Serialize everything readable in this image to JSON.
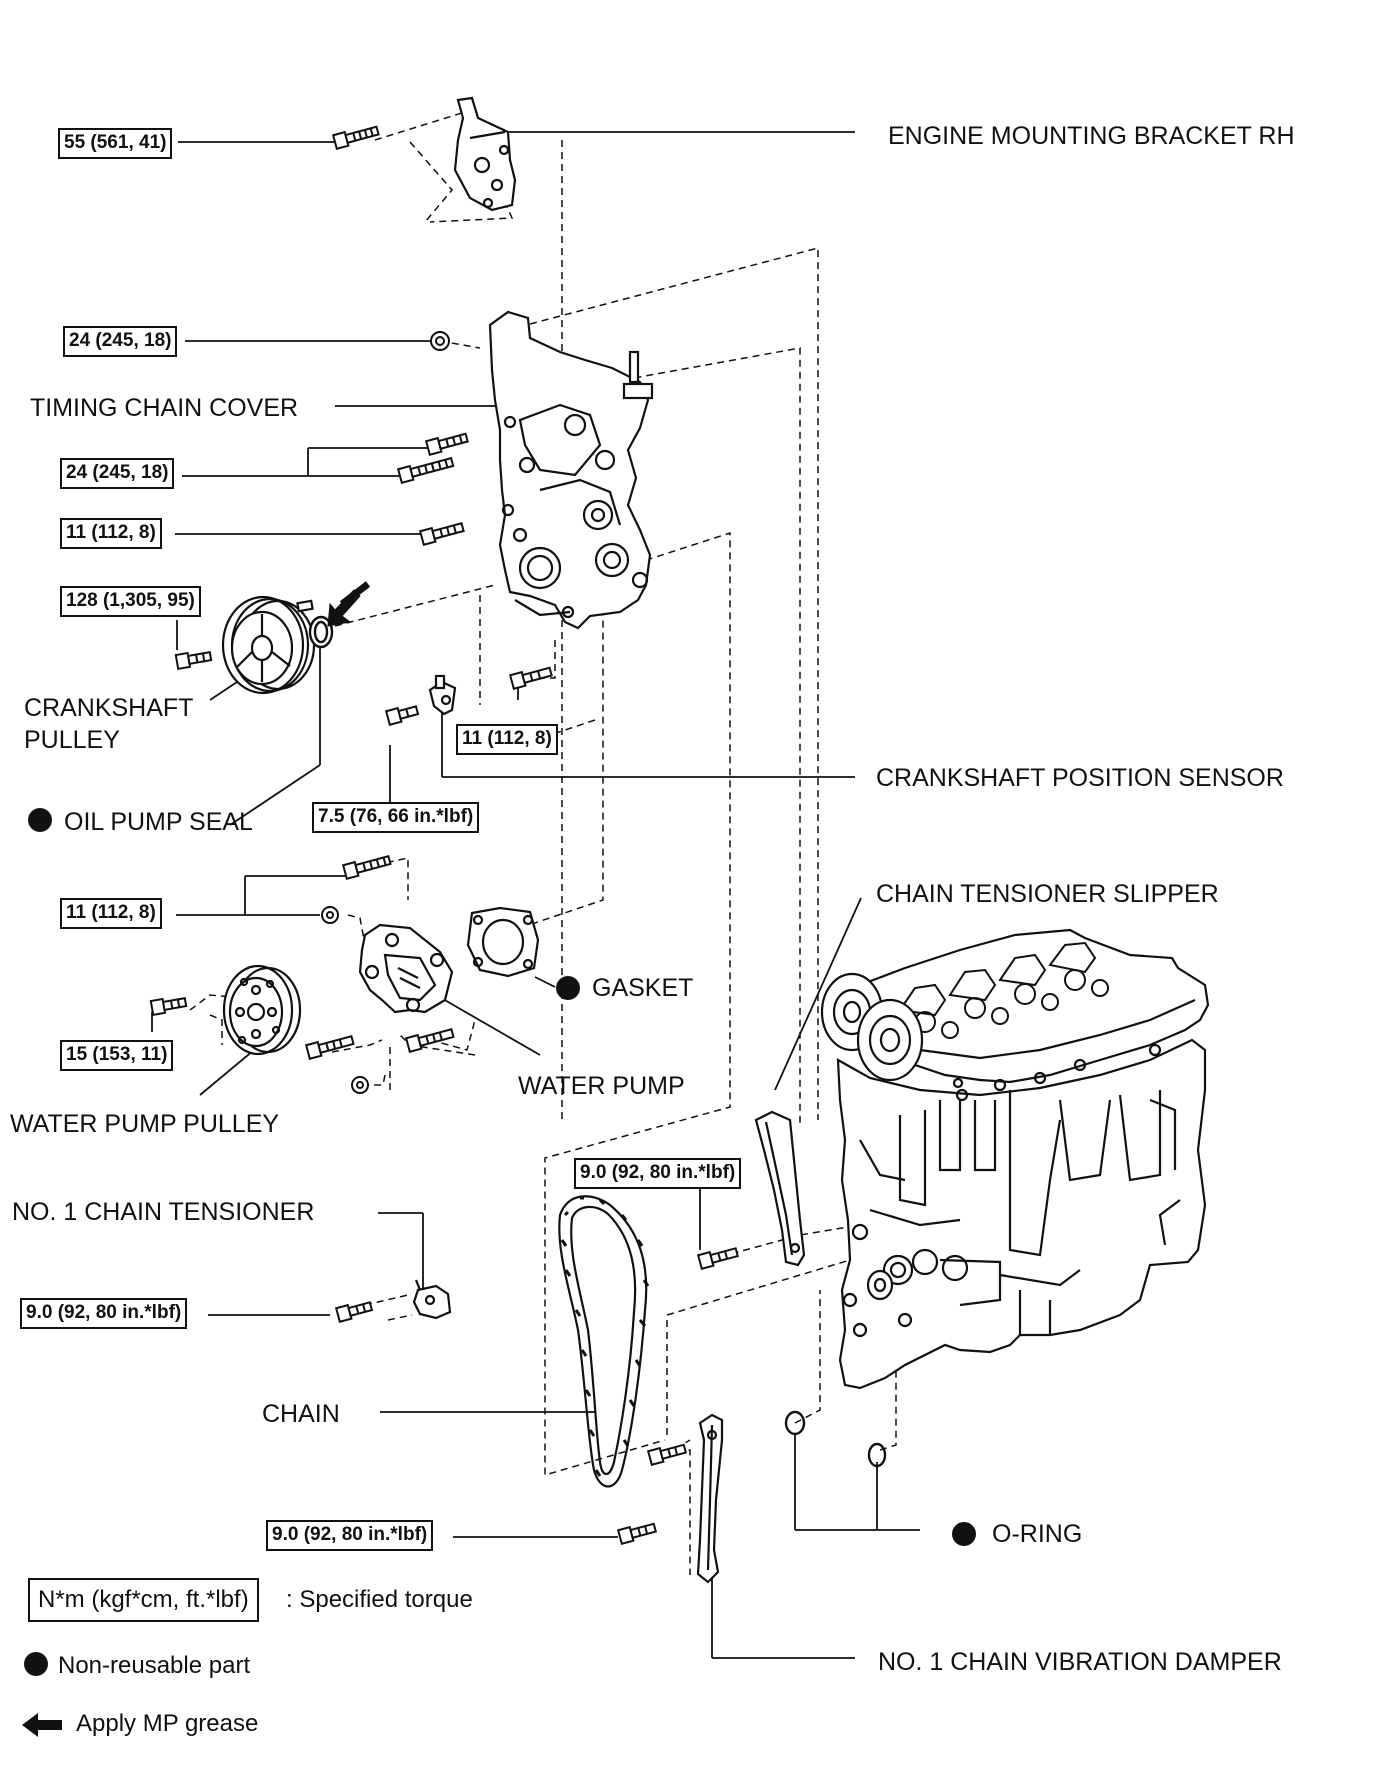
{
  "parts": {
    "engine_mounting_bracket_rh": "ENGINE MOUNTING BRACKET RH",
    "timing_chain_cover": "TIMING CHAIN COVER",
    "crankshaft_pulley_line1": "CRANKSHAFT",
    "crankshaft_pulley_line2": "PULLEY",
    "oil_pump_seal": "OIL PUMP SEAL",
    "crankshaft_position_sensor": "CRANKSHAFT POSITION SENSOR",
    "chain_tensioner_slipper": "CHAIN TENSIONER SLIPPER",
    "gasket": "GASKET",
    "water_pump": "WATER PUMP",
    "water_pump_pulley": "WATER PUMP PULLEY",
    "no1_chain_tensioner": "NO. 1 CHAIN TENSIONER",
    "chain": "CHAIN",
    "o_ring": "O-RING",
    "no1_chain_vibration_damper": "NO. 1 CHAIN VIBRATION DAMPER"
  },
  "torques": {
    "bracket": "55 (561, 41)",
    "cover_nut": "24 (245, 18)",
    "cover_bolts": "24 (245, 18)",
    "cover_small": "11 (112, 8)",
    "crank_pulley": "128 (1,305, 95)",
    "cover_lower": "11 (112, 8)",
    "sensor": "7.5 (76, 66 in.*lbf)",
    "water_pump": "11 (112, 8)",
    "wp_pulley": "15 (153, 11)",
    "slipper": "9.0 (92, 80 in.*lbf)",
    "tensioner": "9.0 (92, 80 in.*lbf)",
    "damper": "9.0 (92, 80 in.*lbf)"
  },
  "legend": {
    "torque_box": "N*m (kgf*cm, ft.*lbf)",
    "torque_desc": ": Specified torque",
    "non_reusable": "Non-reusable part",
    "grease": "Apply MP grease"
  }
}
